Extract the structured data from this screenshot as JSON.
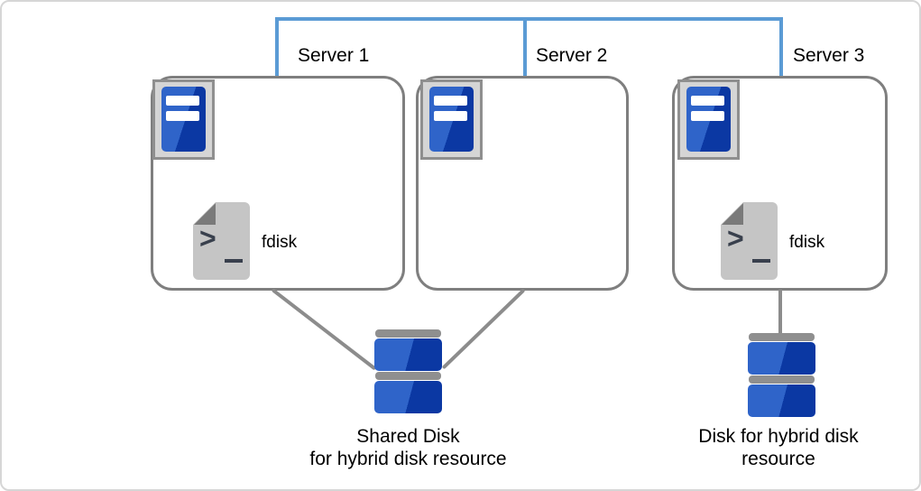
{
  "servers": [
    {
      "name": "Server 1",
      "fdisk_label": "fdisk"
    },
    {
      "name": "Server 2"
    },
    {
      "name": "Server 3",
      "fdisk_label": "fdisk"
    }
  ],
  "captions": {
    "shared_disk": [
      "Shared Disk",
      "for hybrid disk resource"
    ],
    "single_disk": [
      "Disk for hybrid disk",
      "resource"
    ]
  },
  "icons": {
    "server": "server-tower-icon",
    "fdisk": "terminal-script-file-icon",
    "disk": "stacked-disk-icon"
  },
  "colors": {
    "interconnect_blue": "#5B9BD5",
    "box_border_gray": "#7F7F7F",
    "connector_gray": "#8C8C8C",
    "server_blue_light": "#2F64C9",
    "server_blue_dark": "#0B38A3",
    "icon_frame_gray": "#D5D5D5",
    "icon_frame_border": "#8F8F8F",
    "document_gray": "#C5C5C5",
    "fold_gray": "#7A7A7A",
    "disk_bar_gray": "#8F8F8F",
    "text_black": "#000000"
  }
}
